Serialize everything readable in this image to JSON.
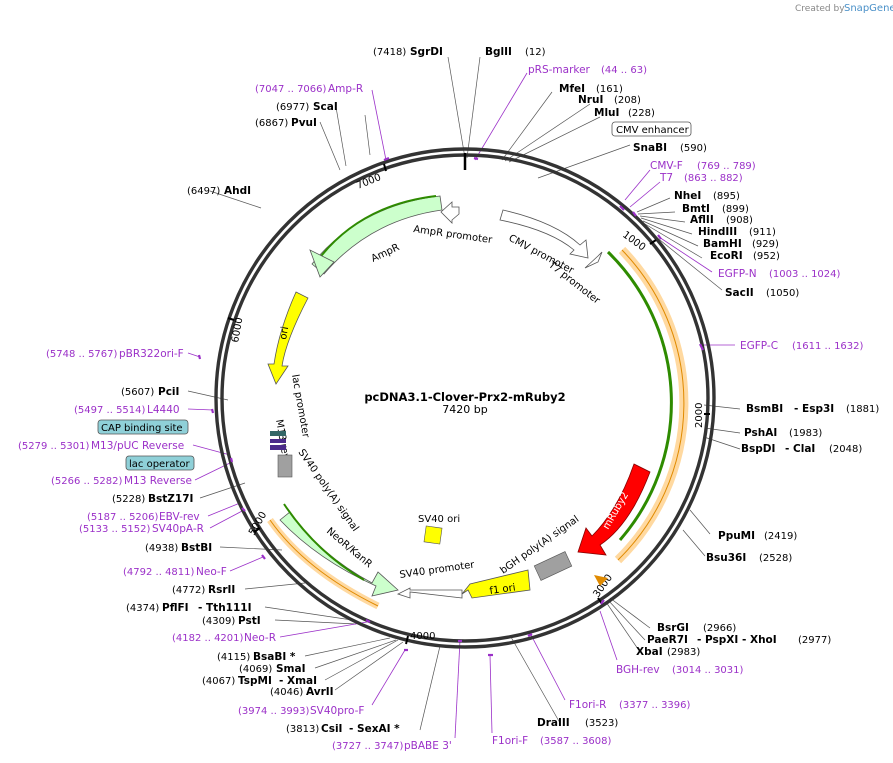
{
  "brand": {
    "created_by": "Created by",
    "name": "SnapGene"
  },
  "plasmid": {
    "name": "pcDNA3.1-Clover-Prx2-mRuby2",
    "length": "7420 bp"
  },
  "ticks": [
    "1000",
    "2000",
    "3000",
    "4000",
    "5000",
    "6000",
    "7000"
  ],
  "features": {
    "ampr_promoter": "AmpR promoter",
    "ampr": "AmpR",
    "cmv_promoter": "CMV promoter",
    "t7_promoter": "T7 promoter",
    "ori": "ori",
    "lac_promoter": "lac promoter",
    "m13_rev": "M13 rev",
    "sv40_polya": "SV40 poly(A) signal",
    "neor": "NeoR/KanR",
    "sv40_promoter": "SV40 promoter",
    "sv40_ori": "SV40 ori",
    "f1_ori": "f1 ori",
    "bgh_polya": "bGH poly(A) signal",
    "mruby2": "mRuby2"
  },
  "boxed_labels": {
    "cmv_enhancer": "CMV enhancer",
    "cap_binding_site": "CAP binding site",
    "lac_operator": "lac operator"
  },
  "sites": [
    {
      "coord": "(7418)",
      "name": "SgrDI"
    },
    {
      "name": "BglII",
      "coord": "(12)"
    },
    {
      "name": "MfeI",
      "coord": "(161)"
    },
    {
      "name": "NruI",
      "coord": "(208)"
    },
    {
      "name": "MluI",
      "coord": "(228)"
    },
    {
      "name": "SnaBI",
      "coord": "(590)"
    },
    {
      "name": "NheI",
      "coord": "(895)"
    },
    {
      "name": "BmtI",
      "coord": "(899)"
    },
    {
      "name": "AflII",
      "coord": "(908)"
    },
    {
      "name": "HindIII",
      "coord": "(911)"
    },
    {
      "name": "BamHI",
      "coord": "(929)"
    },
    {
      "name": "EcoRI",
      "coord": "(952)"
    },
    {
      "name": "SacII",
      "coord": "(1050)"
    },
    {
      "name": "BsmBI",
      "name2": "Esp3I",
      "coord": "(1881)"
    },
    {
      "name": "PshAI",
      "coord": "(1983)"
    },
    {
      "name": "BspDI",
      "name2": "ClaI",
      "coord": "(2048)"
    },
    {
      "name": "PpuMI",
      "coord": "(2419)"
    },
    {
      "name": "Bsu36I",
      "coord": "(2528)"
    },
    {
      "name": "BsrGI",
      "coord": "(2966)"
    },
    {
      "name": "PaeR7I",
      "name2": "PspXI",
      "name3": "XhoI",
      "coord": "(2977)"
    },
    {
      "name": "XbaI",
      "coord": "(2983)"
    },
    {
      "name": "DraIII",
      "coord": "(3523)"
    },
    {
      "coord": "(3813)",
      "name": "CsiI",
      "name2": "SexAI",
      "star": "*"
    },
    {
      "coord": "(4046)",
      "name": "AvrII"
    },
    {
      "coord": "(4067)",
      "name": "TspMI",
      "name2": "XmaI"
    },
    {
      "coord": "(4069)",
      "name": "SmaI"
    },
    {
      "coord": "(4115)",
      "name": "BsaBI",
      "star": "*"
    },
    {
      "coord": "(4309)",
      "name": "PstI"
    },
    {
      "coord": "(4374)",
      "name": "PflFI",
      "name2": "Tth111I"
    },
    {
      "coord": "(4772)",
      "name": "RsrII"
    },
    {
      "coord": "(4938)",
      "name": "BstBI"
    },
    {
      "coord": "(5228)",
      "name": "BstZ17I"
    },
    {
      "coord": "(5607)",
      "name": "PciI"
    },
    {
      "coord": "(6497)",
      "name": "AhdI"
    },
    {
      "coord": "(6867)",
      "name": "PvuI"
    },
    {
      "coord": "(6977)",
      "name": "ScaI"
    }
  ],
  "primers": [
    {
      "name": "pRS-marker",
      "range": "(44 .. 63)"
    },
    {
      "name": "CMV-F",
      "range": "(769 .. 789)"
    },
    {
      "name": "T7",
      "range": "(863 .. 882)"
    },
    {
      "name": "EGFP-N",
      "range": "(1003 .. 1024)"
    },
    {
      "name": "EGFP-C",
      "range": "(1611 .. 1632)"
    },
    {
      "name": "BGH-rev",
      "range": "(3014 .. 3031)"
    },
    {
      "name": "F1ori-R",
      "range": "(3377 .. 3396)"
    },
    {
      "name": "F1ori-F",
      "range": "(3587 .. 3608)"
    },
    {
      "range": "(3727 .. 3747)",
      "name": "pBABE 3'"
    },
    {
      "range": "(3974 .. 3993)",
      "name": "SV40pro-F"
    },
    {
      "range": "(4182 .. 4201)",
      "name": "Neo-R"
    },
    {
      "range": "(4792 .. 4811)",
      "name": "Neo-F"
    },
    {
      "range": "(5133 .. 5152)",
      "name": "SV40pA-R"
    },
    {
      "range": "(5187 .. 5206)",
      "name": "EBV-rev"
    },
    {
      "range": "(5266 .. 5282)",
      "name": "M13 Reverse"
    },
    {
      "range": "(5279 .. 5301)",
      "name": "M13/pUC Reverse"
    },
    {
      "range": "(5497 .. 5514)",
      "name": "L4440"
    },
    {
      "range": "(5748 .. 5767)",
      "name": "pBR322ori-F"
    },
    {
      "range": "(7047 .. 7066)",
      "name": "Amp-R"
    }
  ],
  "colors": {
    "backbone": "#333333",
    "primer": "#9b30c8",
    "ampr_fill": "#ccffcc",
    "ori_fill": "#ffff00",
    "mruby2_fill": "#ff0000",
    "clover_line": "#2e8b00",
    "clover_band": "#ffd9a0",
    "terminator": "#a0a0a0",
    "box_fill": "#8fd0d8"
  }
}
